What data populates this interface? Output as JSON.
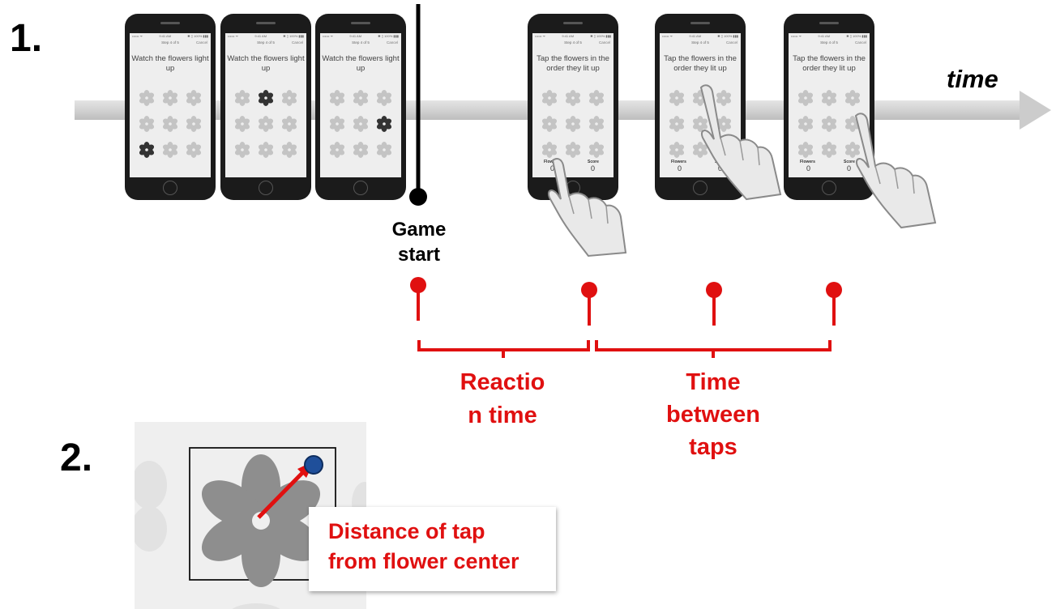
{
  "labels": {
    "panel1": "1.",
    "panel2": "2.",
    "time": "time",
    "game_start_line1": "Game",
    "game_start_line2": "start",
    "reaction_line1": "Reactio",
    "reaction_line2": "n time",
    "between_line1": "Time",
    "between_line2": "between",
    "between_line3": "taps",
    "distance_line1": "Distance of tap",
    "distance_line2": "from flower center"
  },
  "phone_ui": {
    "carrier": "•••••• ᯤ",
    "clock": "9:41 AM",
    "battery": "✱ ▯ 100% ▮▮▮",
    "step": "Step 4 of 5",
    "cancel": "Cancel",
    "watch_instruction": "Watch the flowers light up",
    "tap_instruction": "Tap the flowers in the order they lit up",
    "flowers_label": "Flowers",
    "score_label": "Score",
    "flowers_value": "0",
    "score_value": "0"
  },
  "colors": {
    "annotation_red": "#e01010",
    "tap_dot_blue": "#1f4f9a",
    "flower_dim": "#c4c4c4",
    "flower_lit": "#333333"
  }
}
